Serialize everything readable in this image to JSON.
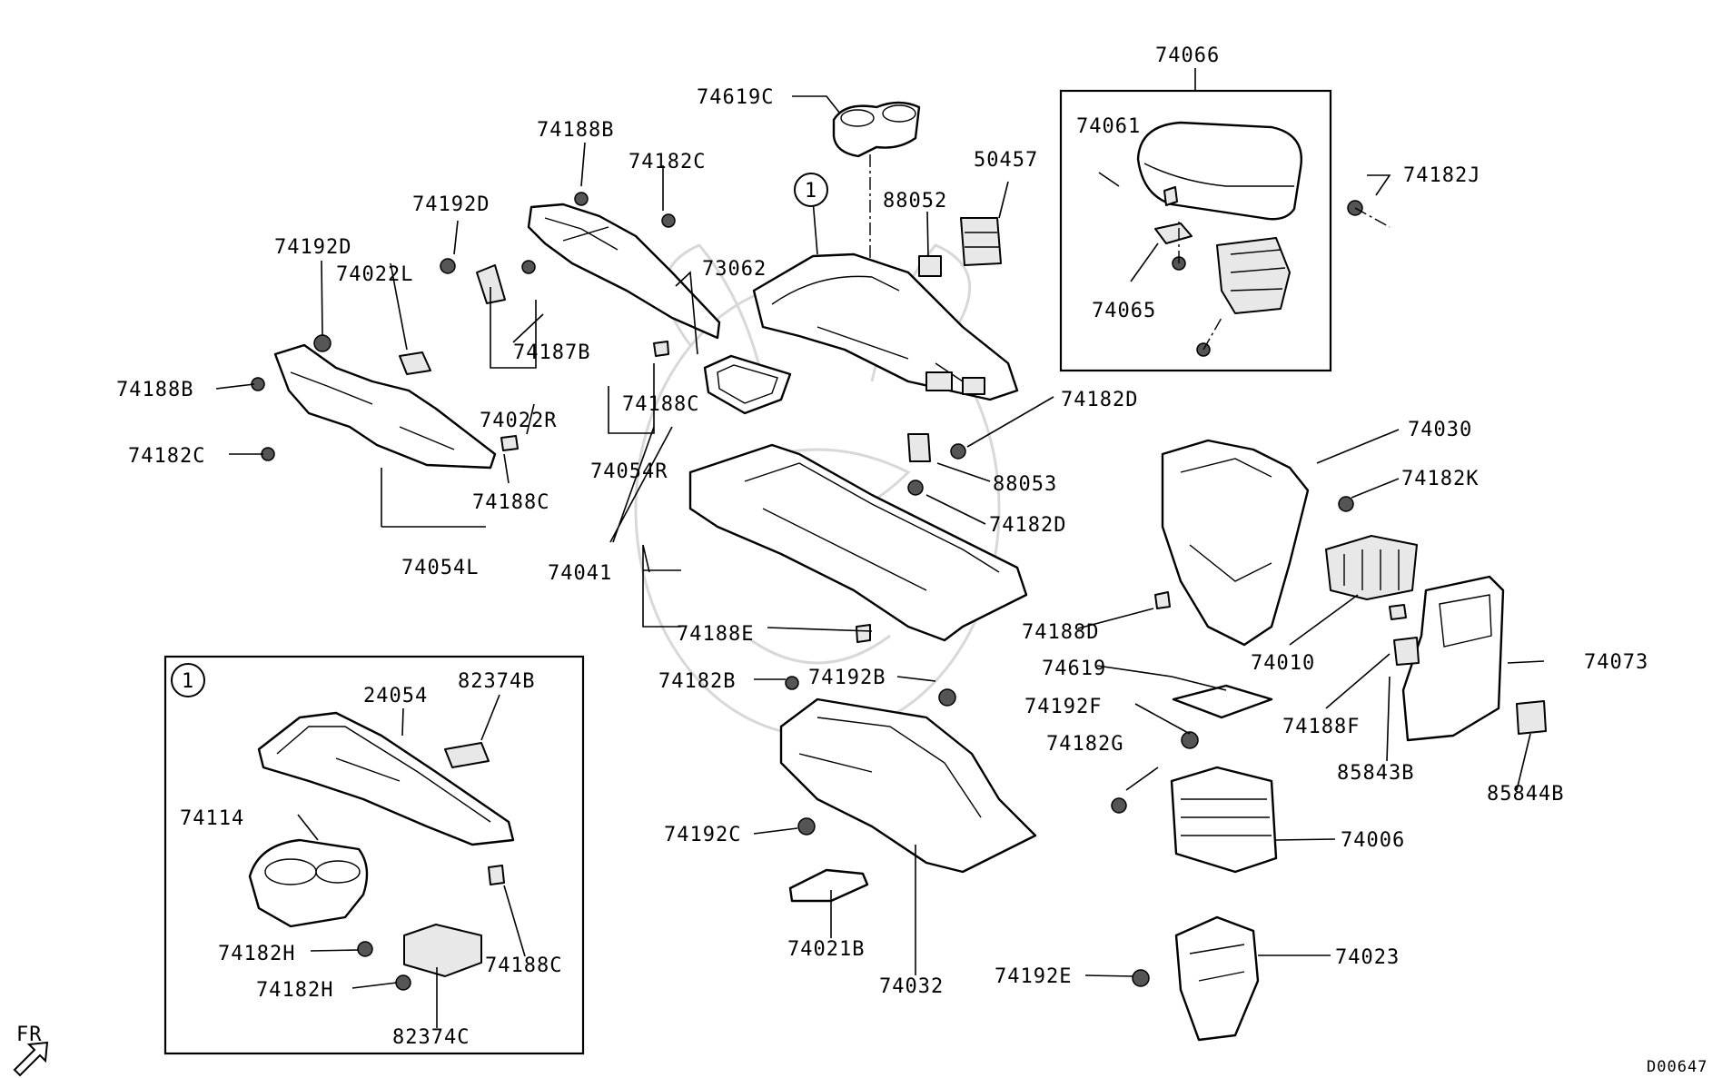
{
  "diagram_id": "D00647",
  "direction_label": "FR",
  "callout_marker": "1",
  "part_labels": {
    "p74066": "74066",
    "p74061": "74061",
    "p74065": "74065",
    "p74182J": "74182J",
    "p74619C": "74619C",
    "p74188B_top": "74188B",
    "p74182C_top": "74182C",
    "p74192D_a": "74192D",
    "p74192D_b": "74192D",
    "p74022L": "74022L",
    "p74187B": "74187B",
    "p74022R": "74022R",
    "p74188B_left": "74188B",
    "p74182C_left": "74182C",
    "p74188C_mid": "74188C",
    "p74054L": "74054L",
    "p74188C_top": "74188C",
    "p74054R": "74054R",
    "p73062": "73062",
    "p88052": "88052",
    "p50457": "50457",
    "p74182D_a": "74182D",
    "p88053": "88053",
    "p74182D_b": "74182D",
    "p74041": "74041",
    "p74188E": "74188E",
    "p74030": "74030",
    "p74182K": "74182K",
    "p74188D": "74188D",
    "p74010": "74010",
    "p74073": "74073",
    "p74619": "74619",
    "p74192F": "74192F",
    "p74188F": "74188F",
    "p74182G": "74182G",
    "p85843B": "85843B",
    "p85844B": "85844B",
    "p74006": "74006",
    "p74023": "74023",
    "p74192E": "74192E",
    "p74182B": "74182B",
    "p74192B": "74192B",
    "p74192C": "74192C",
    "p74021B": "74021B",
    "p74032": "74032",
    "p24054": "24054",
    "p82374B": "82374B",
    "p74114": "74114",
    "p74182H_a": "74182H",
    "p74182H_b": "74182H",
    "p74188C_inset": "74188C",
    "p82374C": "82374C"
  }
}
